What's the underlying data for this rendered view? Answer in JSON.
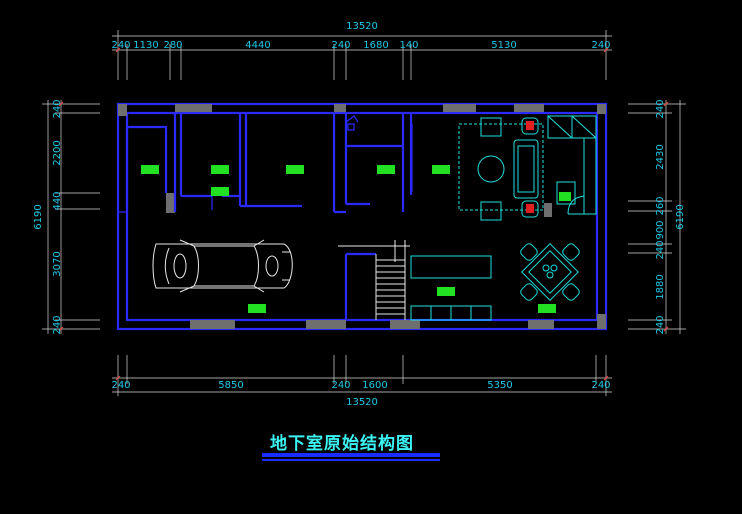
{
  "title": "地下室原始结构图",
  "dimensions": {
    "top_total": "13520",
    "top_segments": [
      "240",
      "1130",
      "280",
      "4440",
      "240",
      "1680",
      "140",
      "5130",
      "240"
    ],
    "bottom_total": "13520",
    "bottom_segments": [
      "240",
      "5850",
      "240",
      "1600",
      "5350",
      "240"
    ],
    "left_total": "6190",
    "left_segments": [
      "240",
      "2200",
      "440",
      "3070",
      "240"
    ],
    "right_total": "6190",
    "right_segments": [
      "240",
      "2430",
      "260",
      "900",
      "240",
      "1880",
      "240"
    ]
  },
  "colors": {
    "wall": "#2a2aff",
    "dimension_text": "#1fc8e6",
    "furniture": "#1fe0e0",
    "label": "#22e022",
    "title": "#3cf2f2"
  }
}
